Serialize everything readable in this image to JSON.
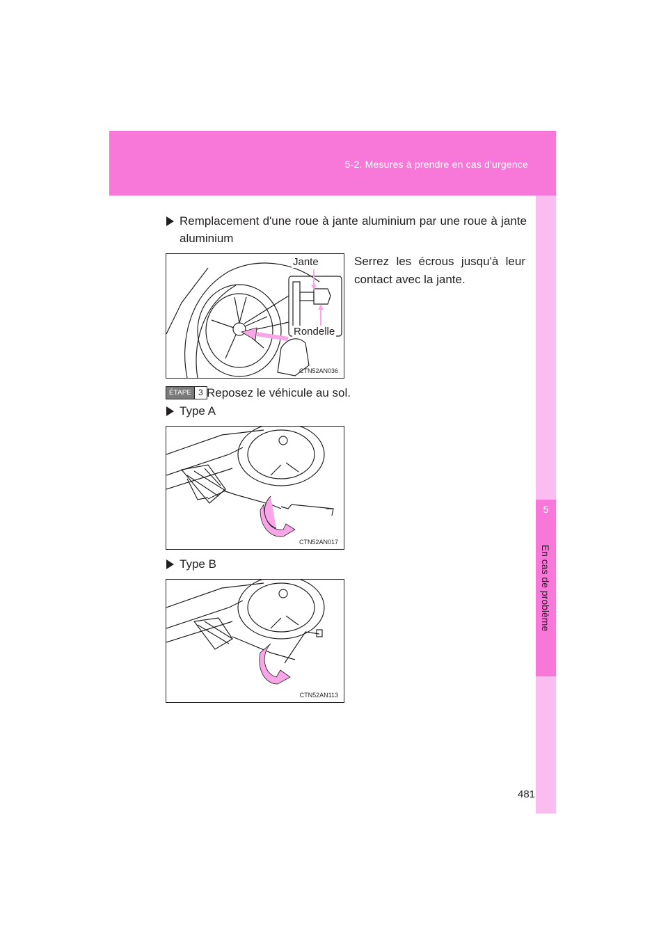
{
  "header": {
    "section": "5-2. Mesures à prendre en cas d'urgence"
  },
  "sidebar": {
    "chapter_number": "5",
    "chapter_title": "En cas de problème"
  },
  "page_number": "481",
  "content": {
    "bullet1": "Remplacement d'une roue à jante aluminium par une roue à jante aluminium",
    "instruction": "Serrez les écrous jusqu'à leur contact avec la jante.",
    "figure1": {
      "code": "CTN52AN036",
      "label_top": "Jante",
      "label_bottom": "Rondelle"
    },
    "step": {
      "badge": "ÉTAPE",
      "number": "3",
      "text": "Reposez le véhicule au sol."
    },
    "bullet_type_a": "Type A",
    "figure2": {
      "code": "CTN52AN017"
    },
    "bullet_type_b": "Type B",
    "figure3": {
      "code": "CTN52AN113"
    }
  },
  "colors": {
    "header_pink": "#f778d9",
    "tab_light_pink": "#fbbdf0",
    "arrow_pink": "#f9a6e8"
  }
}
